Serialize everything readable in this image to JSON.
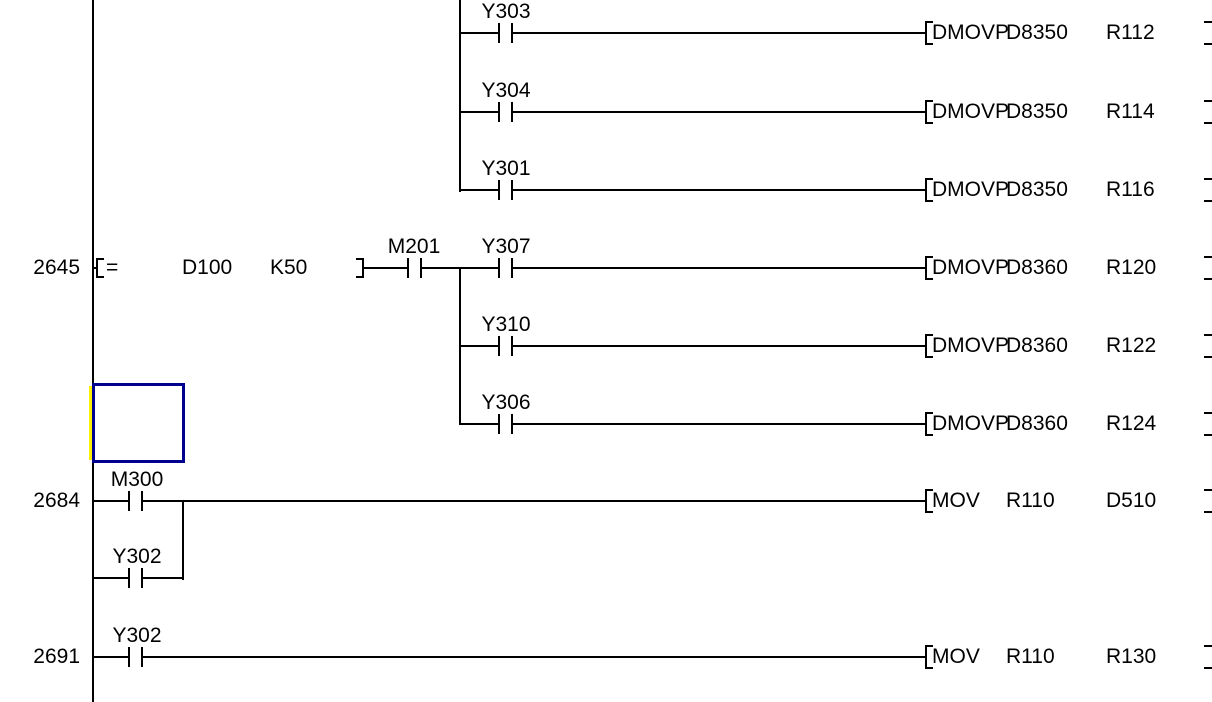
{
  "rows": [
    {
      "device": "Y303",
      "opcode": "DMOVP",
      "source": "D8350",
      "dest": "R112"
    },
    {
      "device": "Y304",
      "opcode": "DMOVP",
      "source": "D8350",
      "dest": "R114"
    },
    {
      "device": "Y301",
      "opcode": "DMOVP",
      "source": "D8350",
      "dest": "R116"
    },
    {
      "device": "Y307",
      "opcode": "DMOVP",
      "source": "D8360",
      "dest": "R120"
    },
    {
      "device": "Y310",
      "opcode": "DMOVP",
      "source": "D8360",
      "dest": "R122"
    },
    {
      "device": "Y306",
      "opcode": "DMOVP",
      "source": "D8360",
      "dest": "R124"
    },
    {
      "device": "M300",
      "opcode": "MOV",
      "source": "R110",
      "dest": "D510"
    },
    {
      "device": "Y302"
    },
    {
      "device": "Y302",
      "opcode": "MOV",
      "source": "R110",
      "dest": "R130"
    }
  ],
  "steps": {
    "rung_2645": "2645",
    "rung_2684": "2684",
    "rung_2691": "2691"
  },
  "compare_block": {
    "operator": "=",
    "operand1": "D100",
    "operand2": "K50"
  },
  "series_contact": {
    "device": "M201"
  },
  "colors": {
    "background": "#FFFFFF",
    "line": "#000000",
    "cursor_border": "#000090",
    "cursor_rail_highlight": "#FFF100"
  }
}
